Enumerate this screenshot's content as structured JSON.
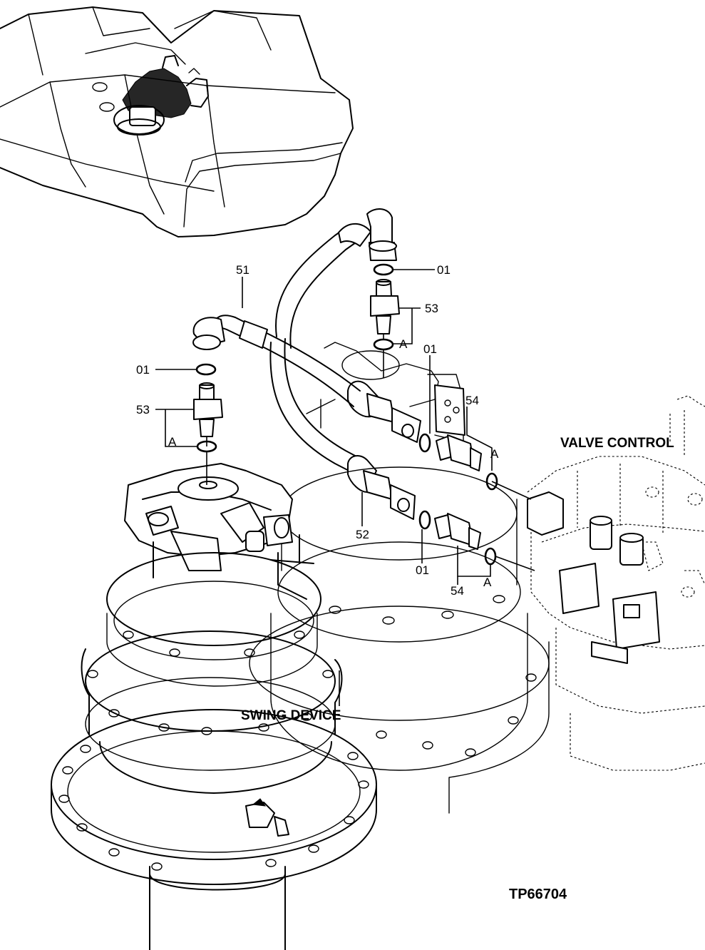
{
  "labels": {
    "valve_control": "VALVE CONTROL",
    "swing_device": "SWING DEVICE",
    "figure_code": "TP66704"
  },
  "callouts": {
    "hose_51": "51",
    "hose_52": "52",
    "oring_01_top_right": "01",
    "oring_01_left": "01",
    "oring_01_mid": "01",
    "oring_01_bottom": "01",
    "adapter_53_right": "53",
    "adapter_53_left": "53",
    "adapter_54_top": "54",
    "adapter_54_bottom": "54",
    "a_mark_right_top": "A",
    "a_mark_left": "A",
    "a_mark_valve_top": "A",
    "a_mark_valve_bottom": "A"
  }
}
